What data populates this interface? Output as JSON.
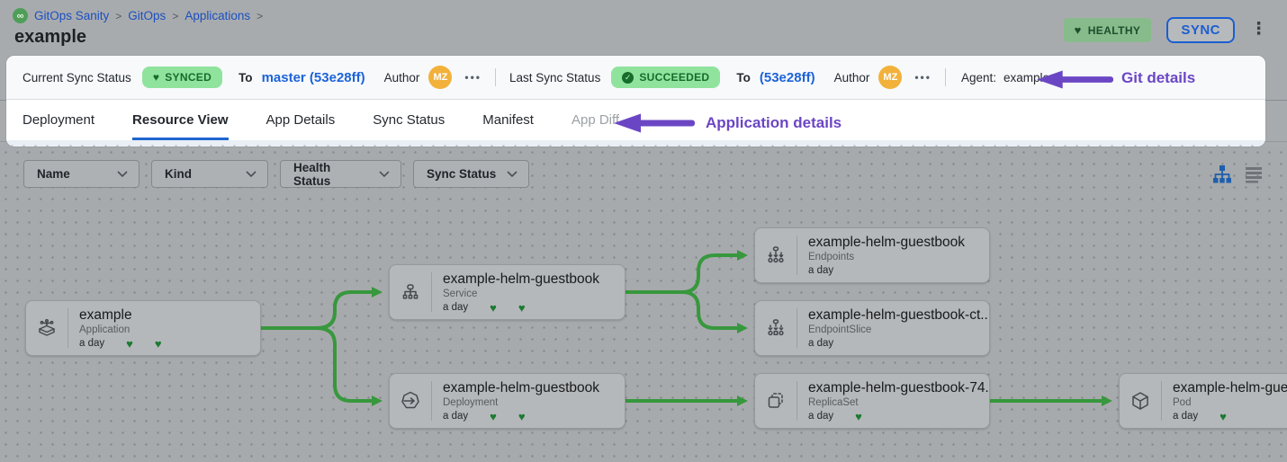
{
  "breadcrumb": {
    "logo_icon": "gitops-logo-icon",
    "items": [
      "GitOps Sanity",
      "GitOps",
      "Applications"
    ],
    "separator": ">"
  },
  "header": {
    "title": "example",
    "health_badge": "HEALTHY",
    "sync_button": "SYNC"
  },
  "sync_bar": {
    "current": {
      "label": "Current Sync Status",
      "status": "SYNCED",
      "to_label": "To",
      "ref": "master (53e28ff)",
      "author_label": "Author",
      "author_initials": "MZ"
    },
    "last": {
      "label": "Last Sync Status",
      "status": "SUCCEEDED",
      "to_label": "To",
      "ref": "(53e28ff)",
      "author_label": "Author",
      "author_initials": "MZ"
    },
    "agent_label": "Agent:",
    "agent_value": "example"
  },
  "annotations": {
    "git_details": "Git details",
    "application_details": "Application details",
    "color": "#6b46c4"
  },
  "tabs": [
    {
      "label": "Deployment",
      "active": false
    },
    {
      "label": "Resource View",
      "active": true
    },
    {
      "label": "App Details",
      "active": false
    },
    {
      "label": "Sync Status",
      "active": false
    },
    {
      "label": "Manifest",
      "active": false
    },
    {
      "label": "App Diff",
      "active": false,
      "disabled": true
    }
  ],
  "filters": [
    "Name",
    "Kind",
    "Health Status",
    "Sync Status"
  ],
  "view_toggles": [
    "tree-view-icon",
    "list-view-icon"
  ],
  "nodes": [
    {
      "title": "example",
      "kind": "Application",
      "age": "a day",
      "hearts": 2,
      "icon": "application-icon"
    },
    {
      "title": "example-helm-guestbook",
      "kind": "Service",
      "age": "a day",
      "hearts": 2,
      "icon": "service-icon"
    },
    {
      "title": "example-helm-guestbook",
      "kind": "Deployment",
      "age": "a day",
      "hearts": 2,
      "icon": "deployment-icon"
    },
    {
      "title": "example-helm-guestbook",
      "kind": "Endpoints",
      "age": "a day",
      "hearts": 0,
      "icon": "endpoints-icon"
    },
    {
      "title": "example-helm-guestbook-ct...",
      "kind": "EndpointSlice",
      "age": "a day",
      "hearts": 0,
      "icon": "endpointslice-icon"
    },
    {
      "title": "example-helm-guestbook-74...",
      "kind": "ReplicaSet",
      "age": "a day",
      "hearts": 1,
      "icon": "replicaset-icon"
    },
    {
      "title": "example-helm-guest",
      "kind": "Pod",
      "age": "a day",
      "hearts": 1,
      "icon": "pod-icon"
    }
  ],
  "colors": {
    "annotation_purple": "#6b46c4",
    "pill_green_bg": "#90e39d",
    "pill_green_text": "#156c2b",
    "link_blue": "#1d63d8",
    "active_tab_blue": "#1e66d0",
    "edge_green": "#37983d",
    "avatar_yellow": "#f2b13a",
    "healthy_badge_green": "#87bb8b"
  },
  "glyphs": {
    "heart": "♥",
    "check": "✓",
    "dots": "•••",
    "kebab": "⋮",
    "chevron": "⌄",
    "infinity": "∞"
  }
}
